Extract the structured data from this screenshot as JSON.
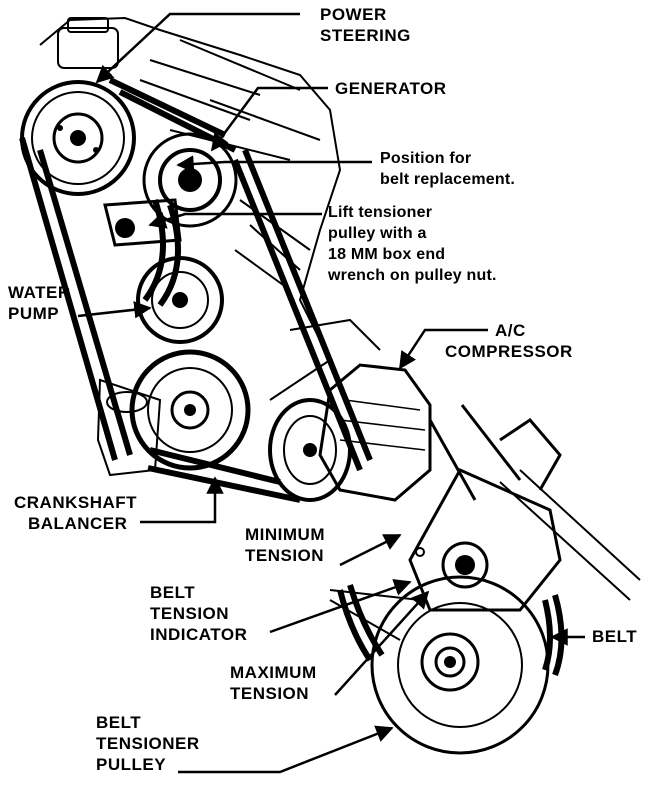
{
  "labels": {
    "power_steering": [
      "POWER",
      "STEERING"
    ],
    "generator": "GENERATOR",
    "position_note": [
      "Position for",
      "belt replacement."
    ],
    "lift_note": [
      "Lift tensioner",
      "pulley with a",
      "18 MM box end",
      "wrench on pulley nut."
    ],
    "water_pump": [
      "WATER",
      "PUMP"
    ],
    "ac_compressor": [
      "A/C",
      "COMPRESSOR"
    ],
    "crankshaft_balancer": [
      "CRANKSHAFT",
      "BALANCER"
    ],
    "minimum_tension": [
      "MINIMUM",
      "TENSION"
    ],
    "belt_tension_indicator": [
      "BELT",
      "TENSION",
      "INDICATOR"
    ],
    "belt": "BELT",
    "maximum_tension": [
      "MAXIMUM",
      "TENSION"
    ],
    "belt_tensioner_pulley": [
      "BELT",
      "TENSIONER",
      "PULLEY"
    ]
  },
  "colors": {
    "ink": "#000000",
    "paper": "#ffffff"
  }
}
